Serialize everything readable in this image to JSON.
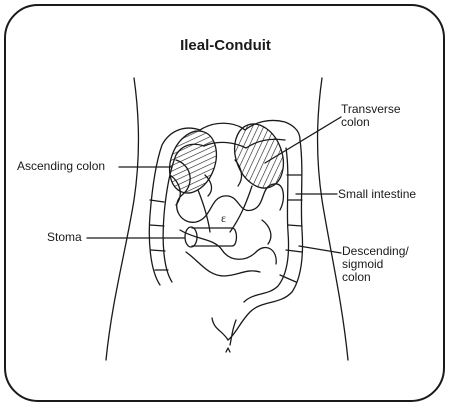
{
  "figure": {
    "title": "Ileal-Conduit",
    "labels": {
      "ascending_colon": "Ascending colon",
      "stoma": "Stoma",
      "transverse_colon": [
        "Transverse",
        "colon"
      ],
      "small_intestine": "Small intestine",
      "descending_sigmoid_colon": [
        "Descending/",
        "sigmoid",
        "colon"
      ]
    },
    "colors": {
      "line": "#1a1a1a",
      "background": "#ffffff"
    }
  }
}
